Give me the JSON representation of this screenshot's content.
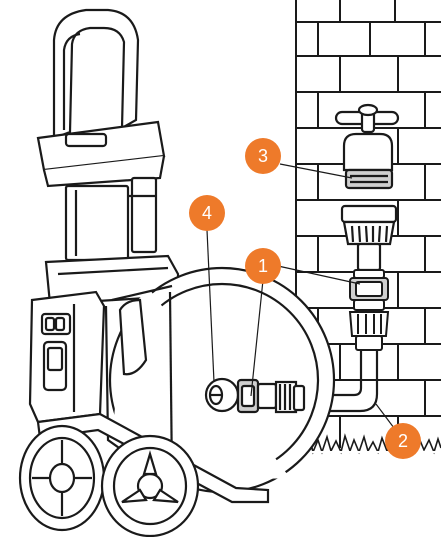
{
  "colors": {
    "accent": "#ee7a2a",
    "outline": "#1a1a1a",
    "fill": "#ffffff",
    "shade": "#cfcfcf"
  },
  "callouts": [
    {
      "label": "1",
      "target": "quick-connector-center"
    },
    {
      "label": "2",
      "target": "lead-hose"
    },
    {
      "label": "3",
      "target": "faucet-adapter"
    },
    {
      "label": "4",
      "target": "reel-hose-inlet"
    }
  ]
}
